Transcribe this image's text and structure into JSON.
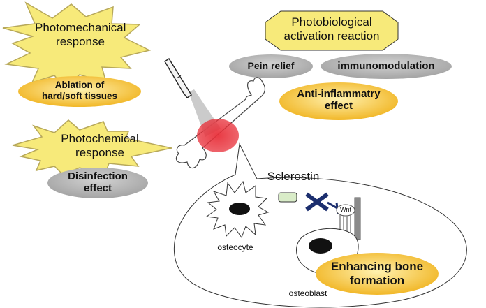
{
  "labels": {
    "photomechanical": [
      "Photomechanical",
      "response"
    ],
    "ablation": [
      "Ablation of",
      "hard/soft tissues"
    ],
    "photochemical": [
      "Photochemical",
      "response"
    ],
    "disinfection": [
      "Disinfection",
      "effect"
    ],
    "photobiological": [
      "Photobiological",
      "activation reaction"
    ],
    "pein_relief": "Pein relief",
    "immunomodulation": "immunomodulation",
    "anti_inflammatory": [
      "Anti-inflammatry",
      "effect"
    ],
    "sclerostin": "Sclerostin",
    "wnt": "Wnt",
    "osteocyte": "osteocyte",
    "osteoblast": "osteoblast",
    "enhancing": [
      "Enhancing bone",
      "formation"
    ]
  },
  "colors": {
    "star_fill": "#f7ea7a",
    "star_stroke": "#b7a85a",
    "gold_light": "#fff2b0",
    "gold_dark": "#f0b21c",
    "gray_light": "#d2d2d2",
    "gray_dark": "#a4a4a4",
    "laser_red": "#e8303a",
    "blocker_blue": "#1b2e6e",
    "receptor_gray": "#8a8a8a",
    "sclerostin_green": "#d9ecc8"
  }
}
